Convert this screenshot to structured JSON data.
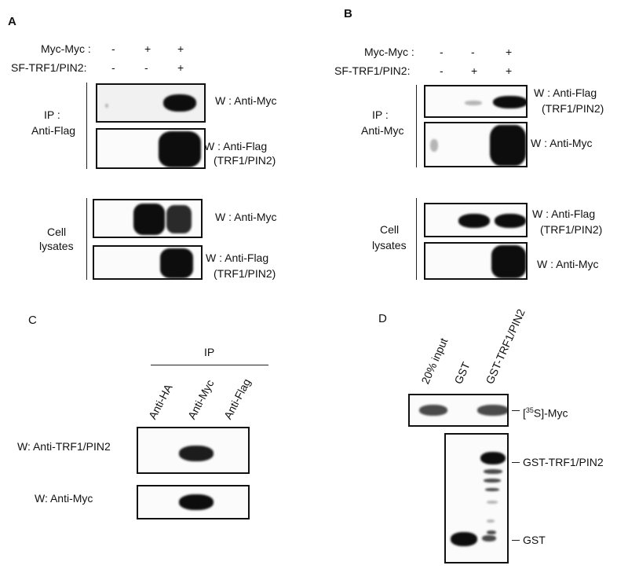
{
  "panel_a": {
    "label": "A",
    "row_labels": [
      "Myc-Myc :",
      "SF-TRF1/PIN2:"
    ],
    "row1_signs": [
      "-",
      "+",
      "+"
    ],
    "row2_signs": [
      "-",
      "-",
      "+"
    ],
    "ip_label": [
      "IP :",
      "Anti-Flag"
    ],
    "cell_label": [
      "Cell",
      "lysates"
    ],
    "blot_labels": [
      "W : Anti-Myc",
      "W : Anti-Flag",
      "(TRF1/PIN2)",
      "W : Anti-Myc",
      "W : Anti-Flag",
      "(TRF1/PIN2)"
    ]
  },
  "panel_b": {
    "label": "B",
    "row_labels": [
      "Myc-Myc :",
      "SF-TRF1/PIN2:"
    ],
    "row1_signs": [
      "-",
      "-",
      "+"
    ],
    "row2_signs": [
      "-",
      "+",
      "+"
    ],
    "ip_label": [
      "IP :",
      "Anti-Myc"
    ],
    "cell_label": [
      "Cell",
      "lysates"
    ],
    "blot_labels": [
      "W : Anti-Flag",
      "(TRF1/PIN2)",
      "W : Anti-Myc",
      "W : Anti-Flag",
      "(TRF1/PIN2)",
      "W : Anti-Myc"
    ]
  },
  "panel_c": {
    "label": "C",
    "ip": "IP",
    "lanes": [
      "Anti-HA",
      "Anti-Myc",
      "Anti-Flag"
    ],
    "blot_labels": [
      "W: Anti-TRF1/PIN2",
      "W: Anti-Myc"
    ]
  },
  "panel_d": {
    "label": "D",
    "lanes": [
      "20% input",
      "GST",
      "GST-TRF1/PIN2"
    ],
    "myc_label_sup": "35",
    "myc_label_pre": "[",
    "myc_label_post": "S]-Myc",
    "right_labels": [
      "GST-TRF1/PIN2",
      "GST"
    ]
  }
}
